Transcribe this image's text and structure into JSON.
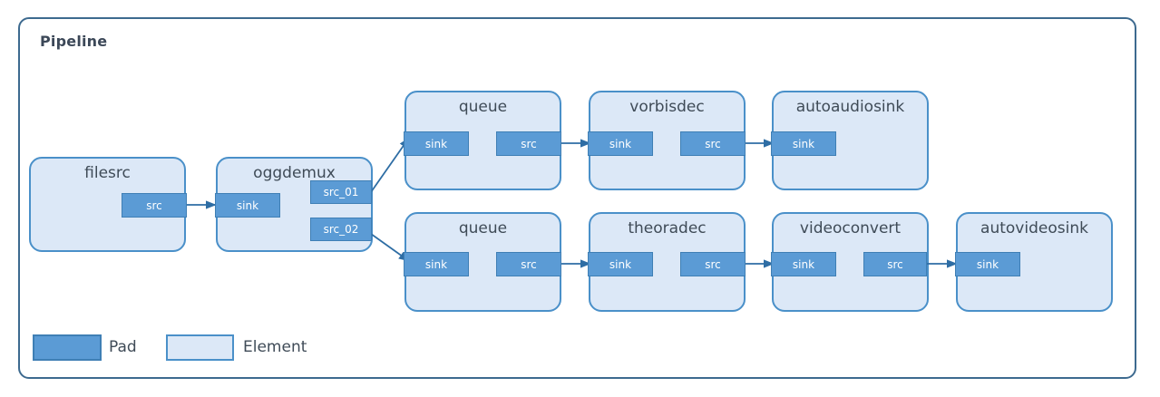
{
  "pipeline": {
    "title": "Pipeline"
  },
  "elements": [
    {
      "id": "filesrc",
      "name": "filesrc",
      "pads": [
        {
          "id": "filesrc-src",
          "label": "src",
          "kind": "src"
        }
      ]
    },
    {
      "id": "oggdemux",
      "name": "oggdemux",
      "pads": [
        {
          "id": "oggdemux-sink",
          "label": "sink",
          "kind": "sink"
        },
        {
          "id": "oggdemux-src-01",
          "label": "src_01",
          "kind": "src"
        },
        {
          "id": "oggdemux-src-02",
          "label": "src_02",
          "kind": "src"
        }
      ]
    },
    {
      "id": "queue-audio",
      "name": "queue",
      "pads": [
        {
          "id": "queue-audio-sink",
          "label": "sink",
          "kind": "sink"
        },
        {
          "id": "queue-audio-src",
          "label": "src",
          "kind": "src"
        }
      ]
    },
    {
      "id": "vorbisdec",
      "name": "vorbisdec",
      "pads": [
        {
          "id": "vorbisdec-sink",
          "label": "sink",
          "kind": "sink"
        },
        {
          "id": "vorbisdec-src",
          "label": "src",
          "kind": "src"
        }
      ]
    },
    {
      "id": "autoaudiosink",
      "name": "autoaudiosink",
      "pads": [
        {
          "id": "autoaudiosink-sink",
          "label": "sink",
          "kind": "sink"
        }
      ]
    },
    {
      "id": "queue-video",
      "name": "queue",
      "pads": [
        {
          "id": "queue-video-sink",
          "label": "sink",
          "kind": "sink"
        },
        {
          "id": "queue-video-src",
          "label": "src",
          "kind": "src"
        }
      ]
    },
    {
      "id": "theoradec",
      "name": "theoradec",
      "pads": [
        {
          "id": "theoradec-sink",
          "label": "sink",
          "kind": "sink"
        },
        {
          "id": "theoradec-src",
          "label": "src",
          "kind": "src"
        }
      ]
    },
    {
      "id": "videoconvert",
      "name": "videoconvert",
      "pads": [
        {
          "id": "videoconvert-sink",
          "label": "sink",
          "kind": "sink"
        },
        {
          "id": "videoconvert-src",
          "label": "src",
          "kind": "src"
        }
      ]
    },
    {
      "id": "autovideosink",
      "name": "autovideosink",
      "pads": [
        {
          "id": "autovideosink-sink",
          "label": "sink",
          "kind": "sink"
        }
      ]
    }
  ],
  "element_names": {
    "filesrc": "filesrc",
    "oggdemux": "oggdemux",
    "queue_audio": "queue",
    "vorbisdec": "vorbisdec",
    "autoaudiosink": "autoaudiosink",
    "queue_video": "queue",
    "theoradec": "theoradec",
    "videoconvert": "videoconvert",
    "autovideosink": "autovideosink"
  },
  "pad_labels": {
    "filesrc_src": "src",
    "oggdemux_sink": "sink",
    "oggdemux_src_01": "src_01",
    "oggdemux_src_02": "src_02",
    "queue_audio_sink": "sink",
    "queue_audio_src": "src",
    "vorbisdec_sink": "sink",
    "vorbisdec_src": "src",
    "autoaudiosink_sink": "sink",
    "queue_video_sink": "sink",
    "queue_video_src": "src",
    "theoradec_sink": "sink",
    "theoradec_src": "src",
    "videoconvert_sink": "sink",
    "videoconvert_src": "src",
    "autovideosink_sink": "sink"
  },
  "legend": {
    "pad_label": "Pad",
    "element_label": "Element"
  },
  "colors": {
    "pad_fill": "#5b9bd5",
    "pad_border": "#3f7fb5",
    "element_fill": "#dce8f7",
    "element_border": "#4a90c9",
    "container_border": "#3d6a8f",
    "title_text": "#3c4858",
    "label_text": "#3f4b57",
    "arrow": "#2e6da4",
    "background": "#ffffff"
  },
  "connections": [
    {
      "from": "filesrc.src",
      "to": "oggdemux.sink"
    },
    {
      "from": "oggdemux.src_01",
      "to": "queue_audio.sink"
    },
    {
      "from": "oggdemux.src_02",
      "to": "queue_video.sink"
    },
    {
      "from": "queue_audio.src",
      "to": "vorbisdec.sink"
    },
    {
      "from": "vorbisdec.src",
      "to": "autoaudiosink.sink"
    },
    {
      "from": "queue_video.src",
      "to": "theoradec.sink"
    },
    {
      "from": "theoradec.src",
      "to": "videoconvert.sink"
    },
    {
      "from": "videoconvert.src",
      "to": "autovideosink.sink"
    }
  ]
}
